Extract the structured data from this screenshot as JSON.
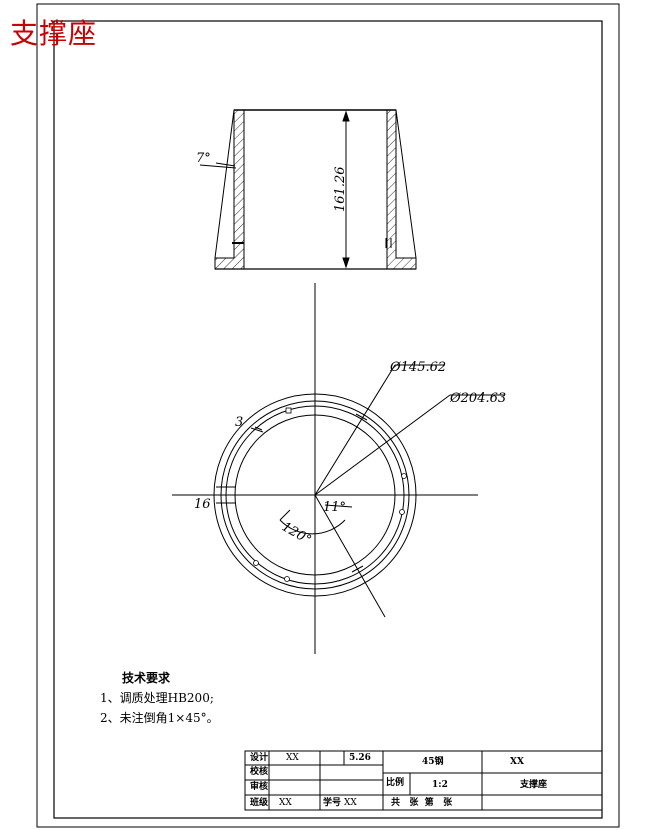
{
  "title": "支撑座",
  "front_view": {
    "angle_label": "7°",
    "height_label": "161.26"
  },
  "top_view": {
    "dia_inner": "Ø145.62",
    "dia_outer": "Ø204.63",
    "dim_3": "3",
    "dim_16": "16",
    "angle_11": "11°",
    "angle_120": "120°"
  },
  "tech_requirements": {
    "heading": "技术要求",
    "items": [
      "1、调质处理HB200;",
      "2、未注倒角1×45°。"
    ]
  },
  "title_block": {
    "r1_label": "设计",
    "r1_name": "XX",
    "r1_date": "5.26",
    "material": "45钢",
    "school": "XX",
    "r2_label": "校核",
    "r3_label": "审核",
    "scale_label": "比例",
    "scale_value": "1:2",
    "part_name": "支撑座",
    "r4_label": "班级",
    "r4_class": "XX",
    "r4_id_label": "学号",
    "r4_id": "XX",
    "sheets": "共   张  第   张"
  }
}
